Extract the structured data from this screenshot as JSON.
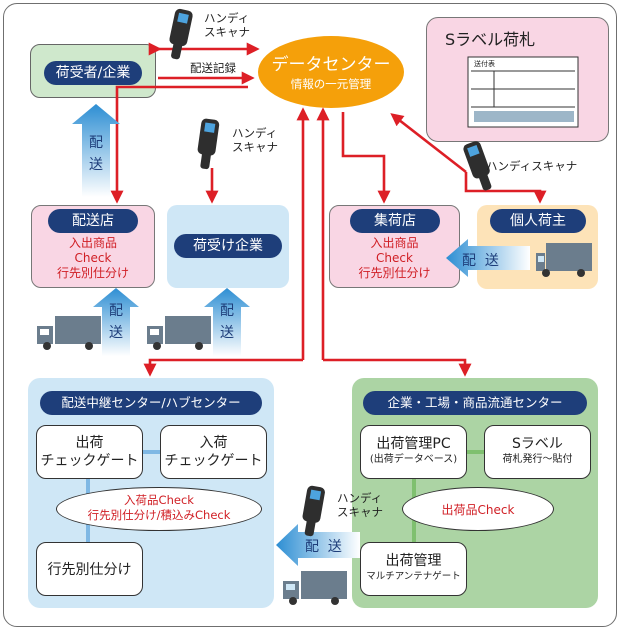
{
  "center": {
    "title": "データセンター",
    "subtitle": "情報の一元管理"
  },
  "label_panel": {
    "title": "Sラベル荷札",
    "slip_title": "送付表"
  },
  "consignee": {
    "label": "荷受者/企業"
  },
  "haisou_kiroku": "配送記録",
  "scanner_label": "ハンディ\nスキャナ",
  "scanner_label_inline": "ハンディスキャナ",
  "delivery_store": {
    "title": "配送店",
    "lines": [
      "入出商品",
      "Check",
      "行先別仕分け"
    ]
  },
  "receiving_company": {
    "title": "荷受け企業"
  },
  "collection_store": {
    "title": "集荷店",
    "lines": [
      "入出商品",
      "Check",
      "行先別仕分け"
    ]
  },
  "individual_shipper": {
    "title": "個人荷主"
  },
  "delivery_arrow": {
    "chars": [
      "配",
      "送"
    ]
  },
  "hub_center": {
    "title": "配送中継センター/ハブセンター",
    "out_gate": [
      "出荷",
      "チェックゲート"
    ],
    "in_gate": [
      "入荷",
      "チェックゲート"
    ],
    "check": [
      "入荷品Check",
      "行先別仕分け/積込みCheck"
    ],
    "sorting": "行先別仕分け"
  },
  "distribution_center": {
    "title": "企業・工場・商品流通センター",
    "pc": [
      "出荷管理PC",
      "(出荷データベース)"
    ],
    "slabel": [
      "Sラベル",
      "荷札発行〜貼付"
    ],
    "check": "出荷品Check",
    "mgmt": [
      "出荷管理",
      "マルチアンテナゲート"
    ]
  },
  "colors": {
    "arrow_red": "#dd1f26",
    "navy": "#1e3e7a",
    "orange": "#f5a00a",
    "pink": "#f9d6e4",
    "green": "#acd4a4",
    "light_blue": "#cfe7f6",
    "peach": "#fde3b8"
  }
}
